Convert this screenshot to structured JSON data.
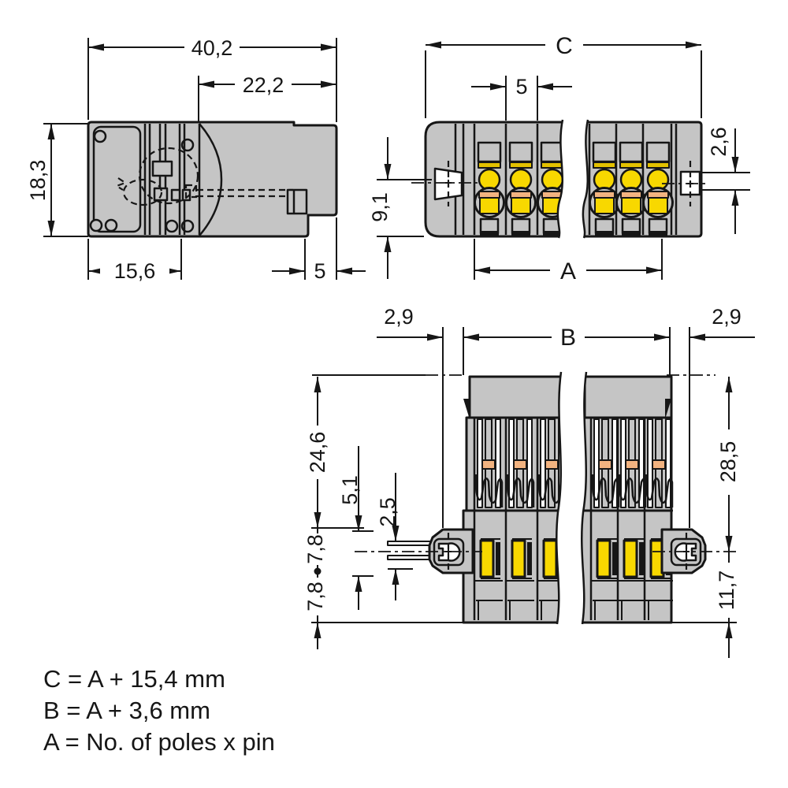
{
  "title": "Connector dimensional drawing",
  "side_view": {
    "dims": {
      "total_width": "40,2",
      "pin_length": "22,2",
      "height": "18,3",
      "left_width": "15,6",
      "step_width": "5"
    }
  },
  "top_view": {
    "dims": {
      "total_width": "C",
      "pole_pitch": "5",
      "slot_height": "2,6",
      "center_to_edge": "9,1",
      "pole_span": "A"
    }
  },
  "front_view": {
    "dims": {
      "left_offset": "2,9",
      "body_width": "B",
      "right_offset": "2,9",
      "upper_height": "24,6",
      "collar_height": "5,1",
      "pin_offset": "2,5",
      "pin_row_upper": "7,8",
      "pin_row_lower": "7,8",
      "total_height": "28,5",
      "lower_height": "11,7"
    }
  },
  "legend": {
    "lines": [
      "C = A + 15,4 mm",
      "B = A + 3,6 mm",
      "A = No. of poles x pin"
    ]
  },
  "colors": {
    "body": "#c5c5c5",
    "outline": "#161616",
    "yellow": "#f8d800",
    "yellow_strip": "#e3c100",
    "orange": "#f2b380",
    "white": "#ffffff"
  }
}
